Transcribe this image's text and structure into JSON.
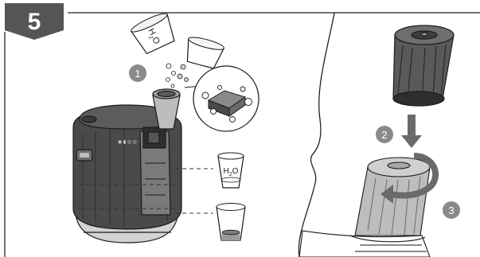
{
  "step_badge": {
    "number": "5",
    "color": "#555555",
    "text_color": "#ffffff"
  },
  "callouts": [
    {
      "id": "callout-1",
      "label": "1"
    },
    {
      "id": "callout-2",
      "label": "2"
    },
    {
      "id": "callout-3",
      "label": "3"
    }
  ],
  "labels": {
    "pour_cup": "H2O",
    "cup_full": "H2O",
    "subscript": "2",
    "H": "H",
    "O": "O"
  },
  "colors": {
    "callout_fill": "#8a8a8a",
    "callout_text": "#ffffff",
    "outline": "#1a1a1a",
    "body_dark": "#4a4a4a",
    "body_mid": "#6e6e6e",
    "body_light": "#b8b8b8",
    "liquid": "#9a9a9a"
  },
  "icons": {
    "tank": "water-tank-icon",
    "cup": "measuring-cup-icon",
    "filter": "filter-cartridge-icon",
    "tablet": "cleaning-tablet-icon",
    "arrow_down": "arrow-down-icon",
    "rotate": "rotate-arrow-icon"
  }
}
